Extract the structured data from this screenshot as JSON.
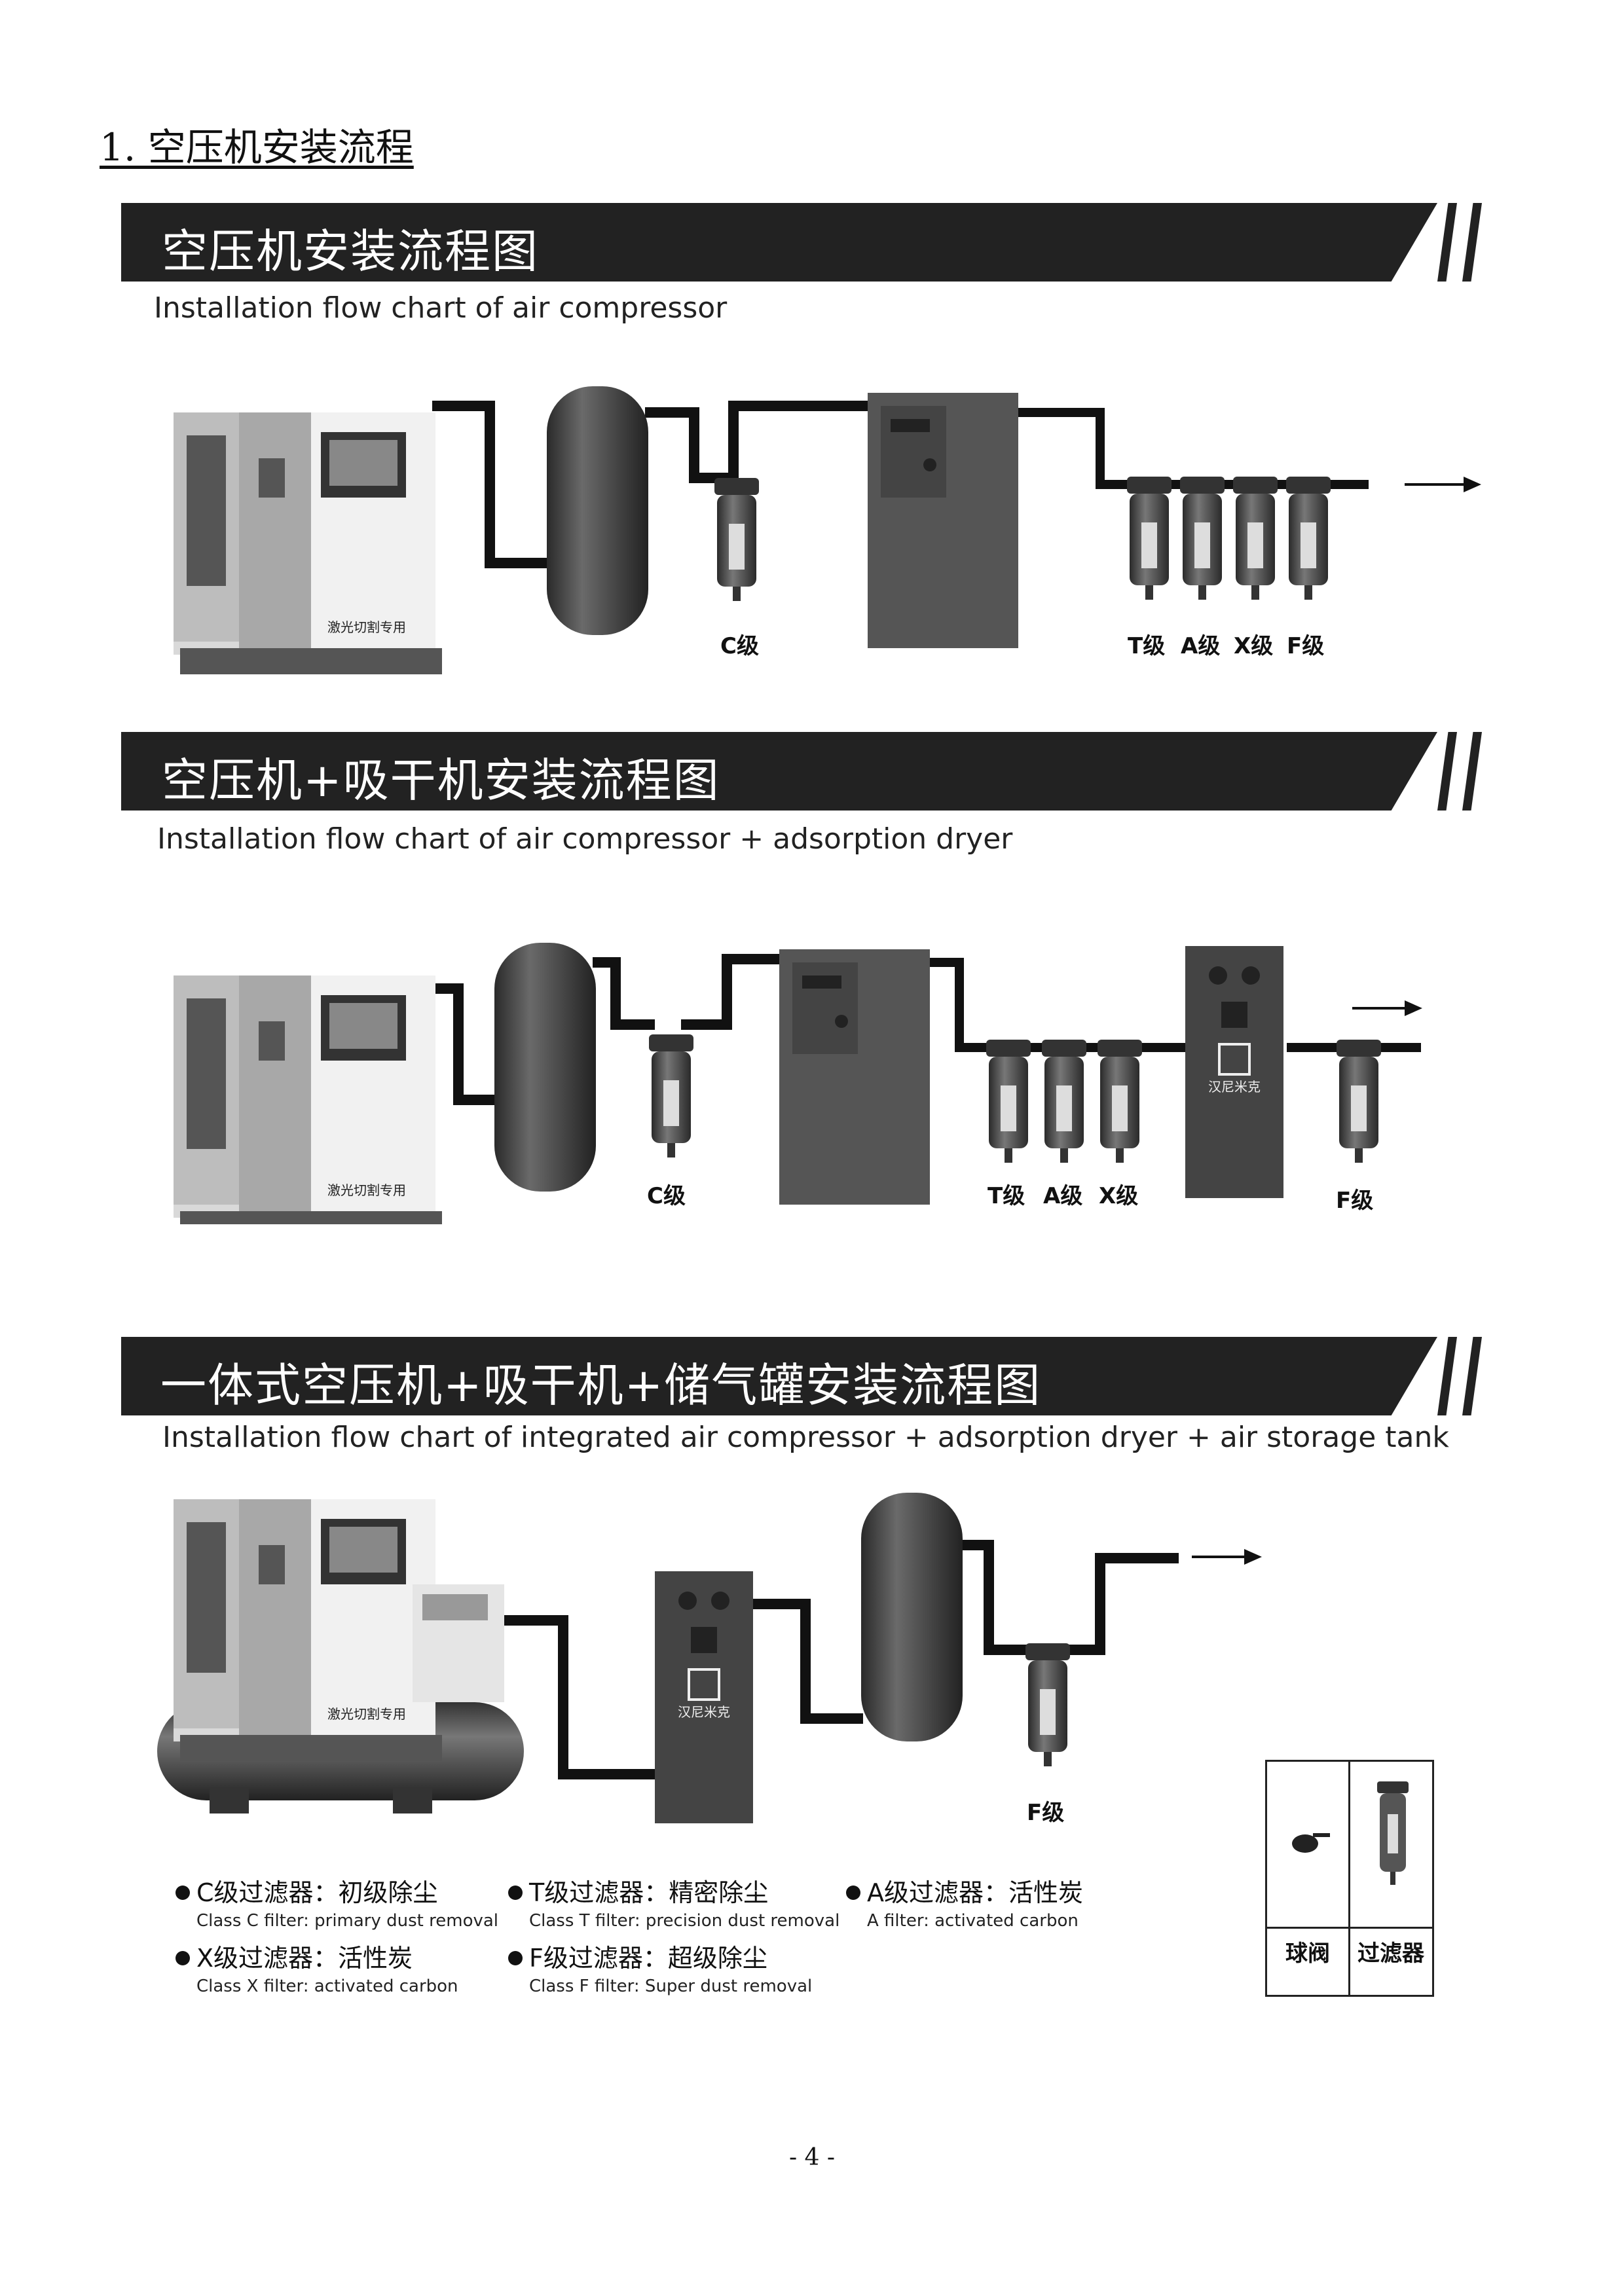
{
  "section_title": "1. 空压机安装流程",
  "diagrams": [
    {
      "title_zh": "空压机安装流程图",
      "title_en": "Installation flow chart of air compressor",
      "panel_text": "激光切割专用",
      "labels": [
        "C级",
        "T级",
        "A级",
        "X级",
        "F级"
      ]
    },
    {
      "title_zh": "空压机+吸干机安装流程图",
      "title_en": "Installation flow chart of air compressor + adsorption dryer",
      "panel_text": "激光切割专用",
      "dryer_brand": "汉尼米克",
      "labels": [
        "C级",
        "T级",
        "A级",
        "X级",
        "F级"
      ]
    },
    {
      "title_zh": "一体式空压机+吸干机+储气罐安装流程图",
      "title_en": "Installation flow chart of integrated air compressor + adsorption dryer + air storage tank",
      "panel_text": "激光切割专用",
      "dryer_brand": "汉尼米克",
      "labels": [
        "F级"
      ]
    }
  ],
  "legend": [
    {
      "zh": "C级过滤器：初级除尘",
      "en": "Class C filter: primary dust removal"
    },
    {
      "zh": "T级过滤器：精密除尘",
      "en": "Class T filter: precision dust removal"
    },
    {
      "zh": "A级过滤器：活性炭",
      "en": "A filter: activated carbon"
    },
    {
      "zh": "X级过滤器：活性炭",
      "en": "Class X filter: activated carbon"
    },
    {
      "zh": "F级过滤器：超级除尘",
      "en": "Class F filter: Super dust removal"
    }
  ],
  "legend_table": {
    "ball_valve": "球阀",
    "filter": "过滤器"
  },
  "page_number": "- 4 -"
}
